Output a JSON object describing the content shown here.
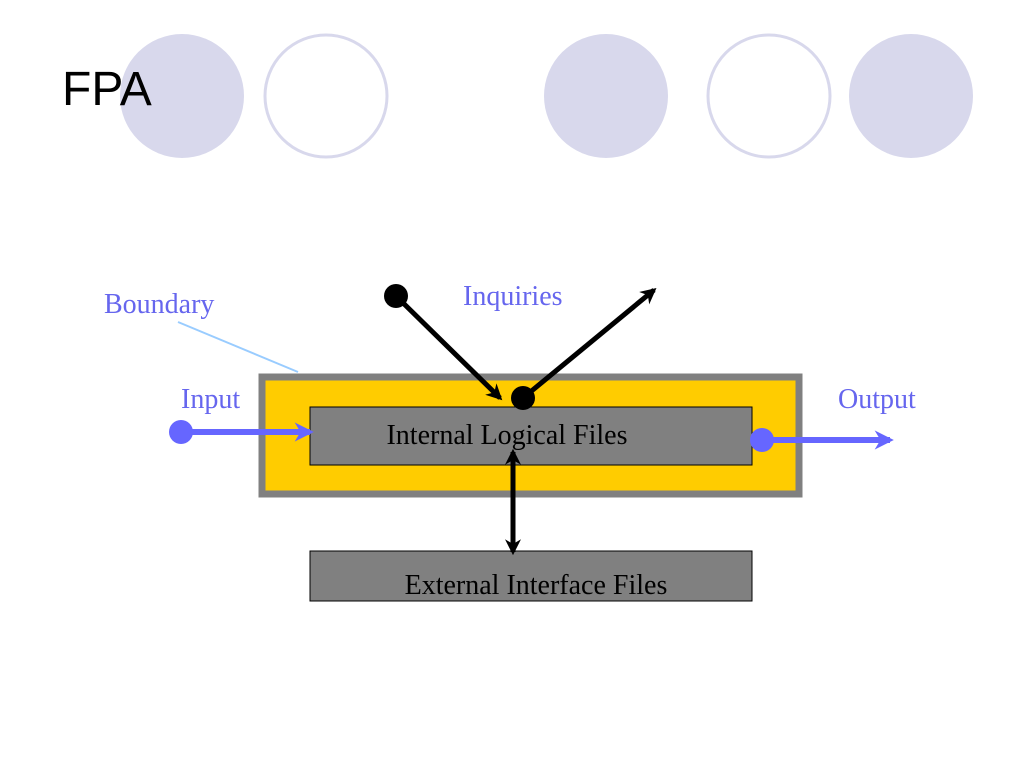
{
  "slide": {
    "title": "FPA"
  },
  "diagram": {
    "boundary_label": "Boundary",
    "inquiries_label": "Inquiries",
    "input_label": "Input",
    "output_label": "Output",
    "internal_files_label": "Internal Logical Files",
    "external_files_label": "External Interface Files"
  },
  "colors": {
    "decor_circle_fill": "#d8d8ec",
    "decor_circle_outline": "#d8d8ec",
    "boundary_fill": "#ffcc00",
    "boundary_border": "#808080",
    "file_box_fill": "#808080",
    "flow_blue": "#6666ff",
    "boundary_pointer": "#99ccff",
    "inquiry_arrow": "#000000"
  },
  "icons": {
    "decor": "circle",
    "endpoint": "filled-circle-dot",
    "arrowhead": "arrowhead"
  }
}
